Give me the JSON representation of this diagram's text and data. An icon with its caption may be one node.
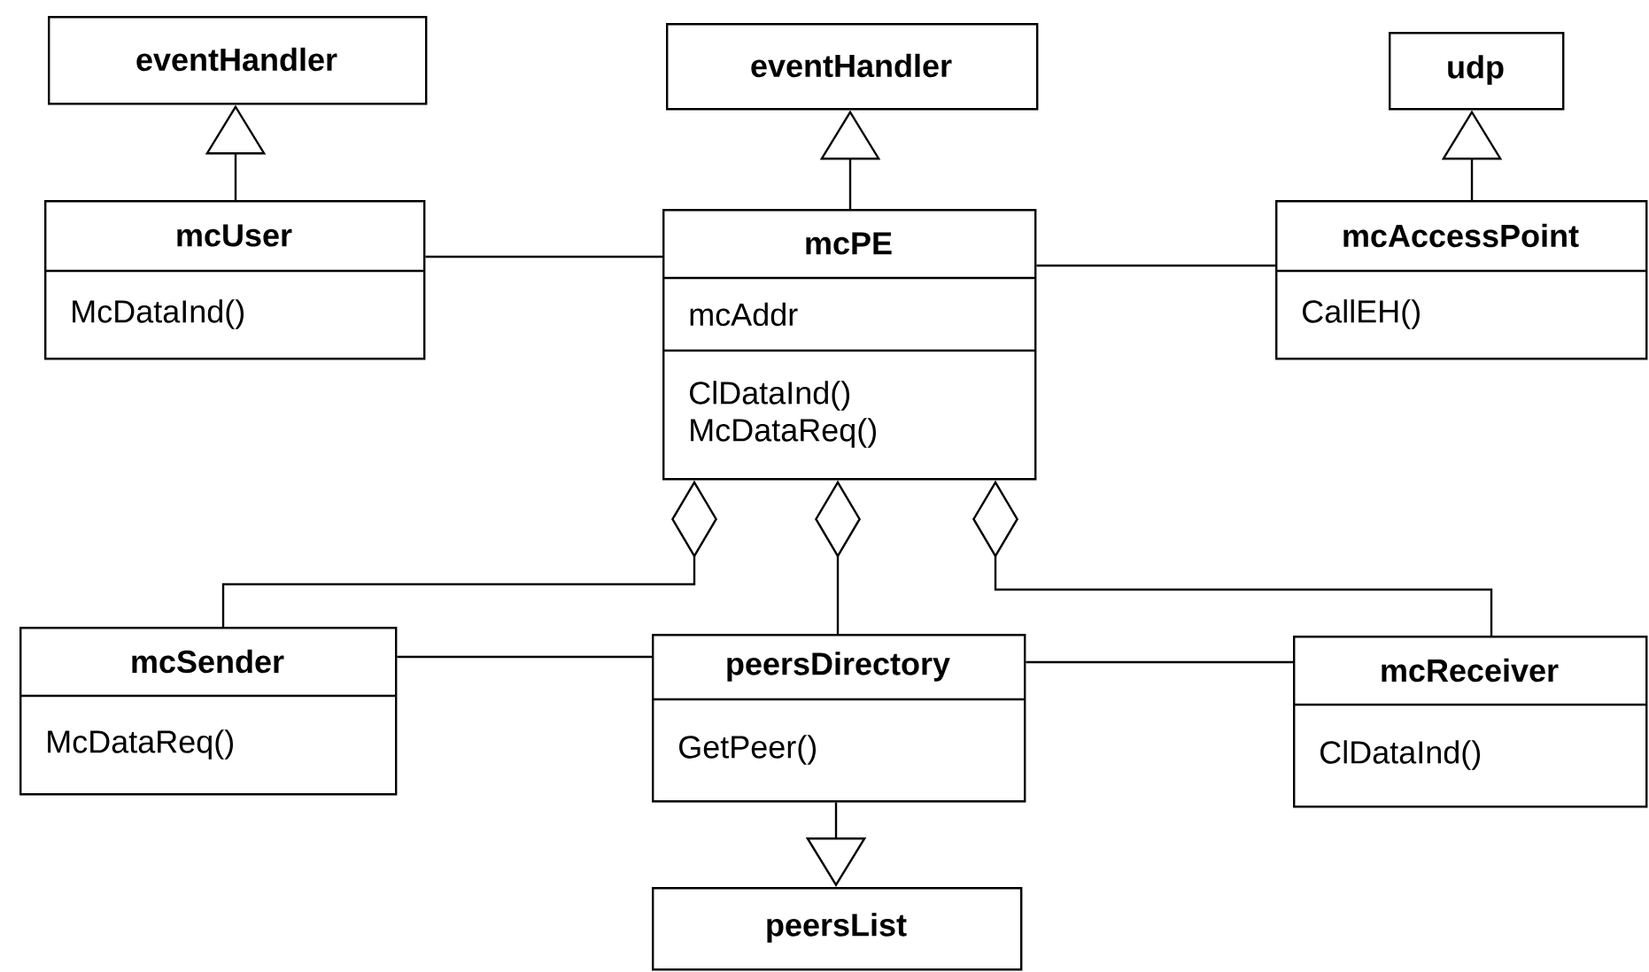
{
  "diagram": {
    "nodes": [
      {
        "text": [
          "eventHandler"
        ]
      },
      {
        "text": [
          "eventHandler"
        ]
      },
      {
        "text": [
          "udp"
        ]
      },
      {
        "text": [
          "mcUser",
          "McDataInd()"
        ]
      },
      {
        "text": [
          "mcPE",
          "mcAddr",
          "ClDataInd() McDataReq()"
        ]
      },
      {
        "text": [
          "mcAccessPoint",
          "CallEH()"
        ]
      },
      {
        "text": [
          "mcSender",
          "McDataReq()"
        ]
      },
      {
        "text": [
          "peersDirectory",
          "GetPeer()"
        ]
      },
      {
        "text": [
          "mcReceiver",
          "ClDataInd()"
        ]
      },
      {
        "text": [
          "peersList"
        ]
      }
    ],
    "edges": [
      {
        "from": 3,
        "to": 0,
        "arrow": "to"
      },
      {
        "from": 4,
        "to": 1,
        "arrow": "to"
      },
      {
        "from": 5,
        "to": 2,
        "arrow": "to"
      },
      {
        "from": 3,
        "to": 4,
        "arrow": "none"
      },
      {
        "from": 4,
        "to": 5,
        "arrow": "none"
      },
      {
        "from": 6,
        "to": 4,
        "arrow": "other"
      },
      {
        "from": 7,
        "to": 4,
        "arrow": "other"
      },
      {
        "from": 8,
        "to": 4,
        "arrow": "other"
      },
      {
        "from": 6,
        "to": 7,
        "arrow": "none"
      },
      {
        "from": 7,
        "to": 8,
        "arrow": "none"
      },
      {
        "from": 7,
        "to": 9,
        "arrow": "to"
      }
    ]
  }
}
